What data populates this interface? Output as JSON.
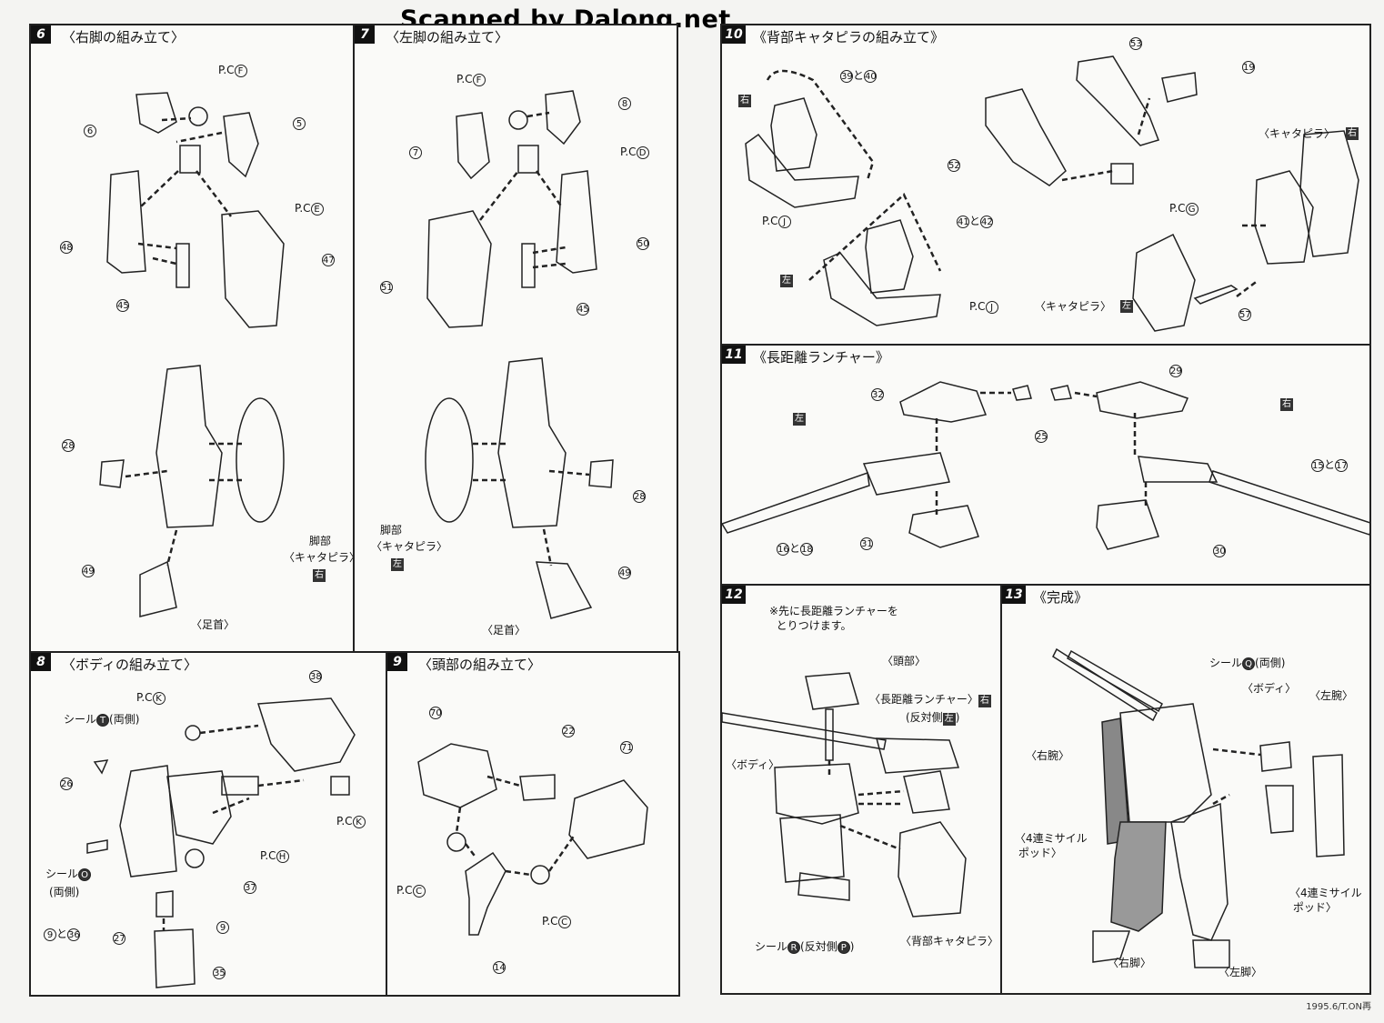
{
  "watermark": "Scanned by Dalong.net",
  "credit": "1995.6/T.ON再",
  "steps": {
    "s6": {
      "num": "6",
      "title": "〈右脚の組み立て〉"
    },
    "s7": {
      "num": "7",
      "title": "〈左脚の組み立て〉"
    },
    "s8": {
      "num": "8",
      "title": "〈ボディの組み立て〉"
    },
    "s9": {
      "num": "9",
      "title": "〈頭部の組み立て〉"
    },
    "s10": {
      "num": "10",
      "title": "《背部キャタピラの組み立て》"
    },
    "s11": {
      "num": "11",
      "title": "《長距離ランチャー》"
    },
    "s12": {
      "num": "12",
      "title": ""
    },
    "s13": {
      "num": "13",
      "title": "《完成》"
    }
  },
  "labels": {
    "pc_f": "P.C",
    "pc_f_c": "F",
    "pc_e": "P.C",
    "pc_e_c": "E",
    "pc_d": "P.C",
    "pc_d_c": "D",
    "pc_k": "P.C",
    "pc_k_c": "K",
    "pc_h": "P.C",
    "pc_h_c": "H",
    "pc_c": "P.C",
    "pc_c_c": "C",
    "pc_j": "P.C",
    "pc_j_c": "J",
    "pc_g": "P.C",
    "pc_g_c": "G",
    "ashi_cat": "脚部",
    "cat": "〈キャタピラ〉",
    "right": "右",
    "left": "左",
    "ashikubi": "〈足首〉",
    "seal_t": "シール",
    "seal_t_c": "T",
    "both": "(両側)",
    "seal_o": "シール",
    "seal_o_c": "O",
    "and": "と",
    "cat_r": "〈キャタピラ〉",
    "cat_l": "〈キャタピラ〉",
    "note12": "※先に長距離ランチャーを\n  とりつけます。",
    "head": "〈頭部〉",
    "launcher_r": "〈長距離ランチャー〉",
    "opp": "(反対側",
    "opp_end": ")",
    "body": "〈ボディ〉",
    "seal_r": "シール",
    "seal_r_c": "R",
    "opp_p": "(反対側",
    "opp_p_c": "P",
    "back_cat": "〈背部キャタピラ〉",
    "seal_q": "シール",
    "seal_q_c": "Q",
    "right_arm": "〈右腕〉",
    "left_arm": "〈左腕〉",
    "missile_a": "〈4連ミサイル\n ポッド〉",
    "missile_b": "〈4連ミサイル\n ポッド〉",
    "right_leg": "〈右脚〉",
    "left_leg": "〈左脚〉"
  },
  "parts": [
    "6",
    "5",
    "48",
    "47",
    "45",
    "28",
    "49",
    "7",
    "8",
    "50",
    "51",
    "45",
    "28",
    "49",
    "38",
    "26",
    "37",
    "9",
    "36",
    "27",
    "35",
    "70",
    "22",
    "71",
    "14",
    "39",
    "40",
    "41",
    "42",
    "53",
    "19",
    "52",
    "57",
    "32",
    "29",
    "25",
    "15",
    "17",
    "16",
    "18",
    "31",
    "30"
  ]
}
